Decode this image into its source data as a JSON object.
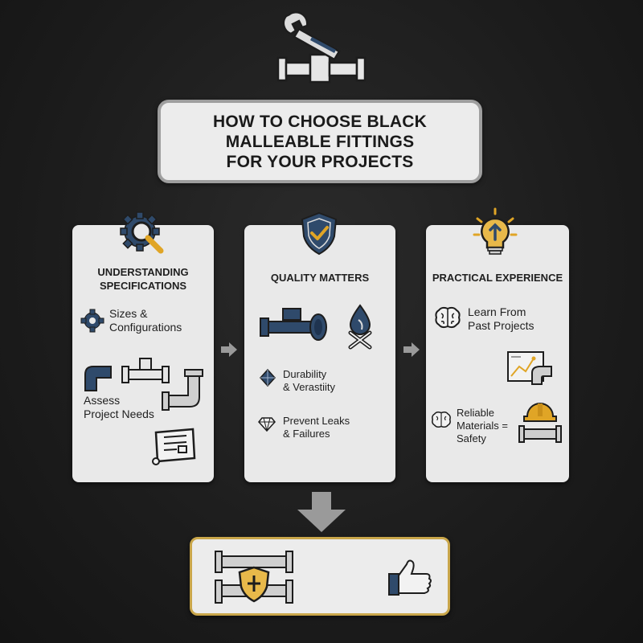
{
  "title": {
    "line1": "HOW TO CHOOSE BLACK",
    "line2": "MALLEABLE FITTINGS",
    "line3": "FOR YOUR PROJECTS"
  },
  "cards": [
    {
      "heading_line1": "UNDERSTANDING",
      "heading_line2": "SPECIFICATIONS",
      "item1_line1": "Sizes &",
      "item1_line2": "Configurations",
      "item2_line1": "Assess",
      "item2_line2": "Project Needs"
    },
    {
      "heading": "QUALITY MATTERS",
      "item1_line1": "Durability",
      "item1_line2": "& Verastiity",
      "item2_line1": "Prevent Leaks",
      "item2_line2": "& Failures"
    },
    {
      "heading": "PRACTICAL EXPERIENCE",
      "item1_line1": "Learn From",
      "item1_line2": "Past Projects",
      "item2_line1": "Reliable",
      "item2_line2": "Materials =",
      "item2_line3": "Safety"
    }
  ],
  "colors": {
    "navy": "#2f4a6b",
    "gold": "#e0a526",
    "card": "#e9e9e9",
    "result_border": "#c9a64a"
  },
  "icons": [
    "wrench-pipe-icon",
    "gear-magnifier-icon",
    "shield-check-icon",
    "lightbulb-icon",
    "gear-icon",
    "elbow-pipe-icon",
    "tee-pipe-icon",
    "blueprint-icon",
    "pipe-icon",
    "water-drop-icon",
    "diamond-icon",
    "gem-icon",
    "brain-icon",
    "chart-icon",
    "hardhat-icon",
    "pipe-shield-icon",
    "thumbs-up-icon",
    "arrow-right-icon",
    "arrow-down-icon"
  ]
}
